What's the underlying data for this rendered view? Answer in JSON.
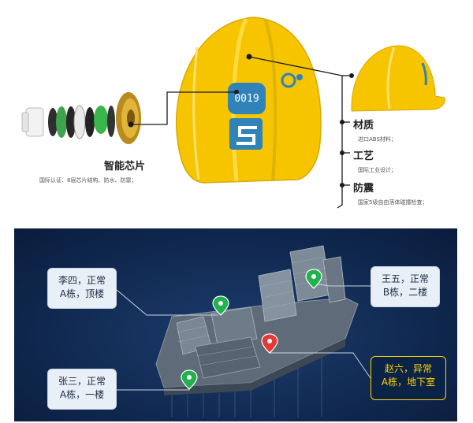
{
  "helmet": {
    "badge_number": "0019",
    "logo_letter": "S"
  },
  "features": {
    "chip": {
      "title": "智能芯片",
      "desc": "国际认证、8层芯片结构、防水、防雷；"
    },
    "material": {
      "title": "材质",
      "desc": "进口ABS材料；"
    },
    "craft": {
      "title": "工艺",
      "desc": "国际工业设计；"
    },
    "shock": {
      "title": "防震",
      "desc": "国家5级自由落体碰撞检查；"
    }
  },
  "workers": [
    {
      "line1": "李四，正常",
      "line2": "A栋，顶楼",
      "status": "normal"
    },
    {
      "line1": "王五，正常",
      "line2": "B栋，二楼",
      "status": "normal"
    },
    {
      "line1": "张三，正常",
      "line2": "A栋，一楼",
      "status": "normal"
    },
    {
      "line1": "赵六，异常",
      "line2": "A栋，地下室",
      "status": "alert"
    }
  ],
  "colors": {
    "helmet_yellow": "#f6c500",
    "panel_blue": "#112a52",
    "pin_green": "#22b14c",
    "pin_red": "#e53935",
    "alert_yellow": "#ffd400"
  }
}
